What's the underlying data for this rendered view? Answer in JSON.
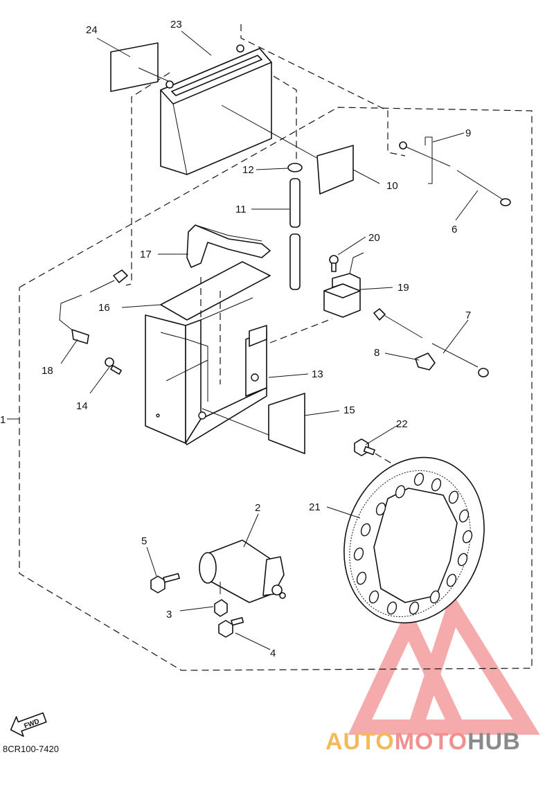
{
  "callouts": [
    "1",
    "2",
    "3",
    "4",
    "5",
    "6",
    "7",
    "8",
    "9",
    "10",
    "11",
    "12",
    "13",
    "14",
    "15",
    "16",
    "17",
    "18",
    "19",
    "20",
    "21",
    "22",
    "23",
    "24"
  ],
  "fwd_label": "FWD",
  "diagram_code": "8CR100-7420",
  "watermark": {
    "part1": "AUTO",
    "part2": "MOTO",
    "part3": "HUB"
  },
  "colors": {
    "ink": "#111111",
    "watermark_red": "#f28f8f",
    "watermark_orange": "#f5b85a",
    "watermark_gray": "#8a8a8a"
  }
}
